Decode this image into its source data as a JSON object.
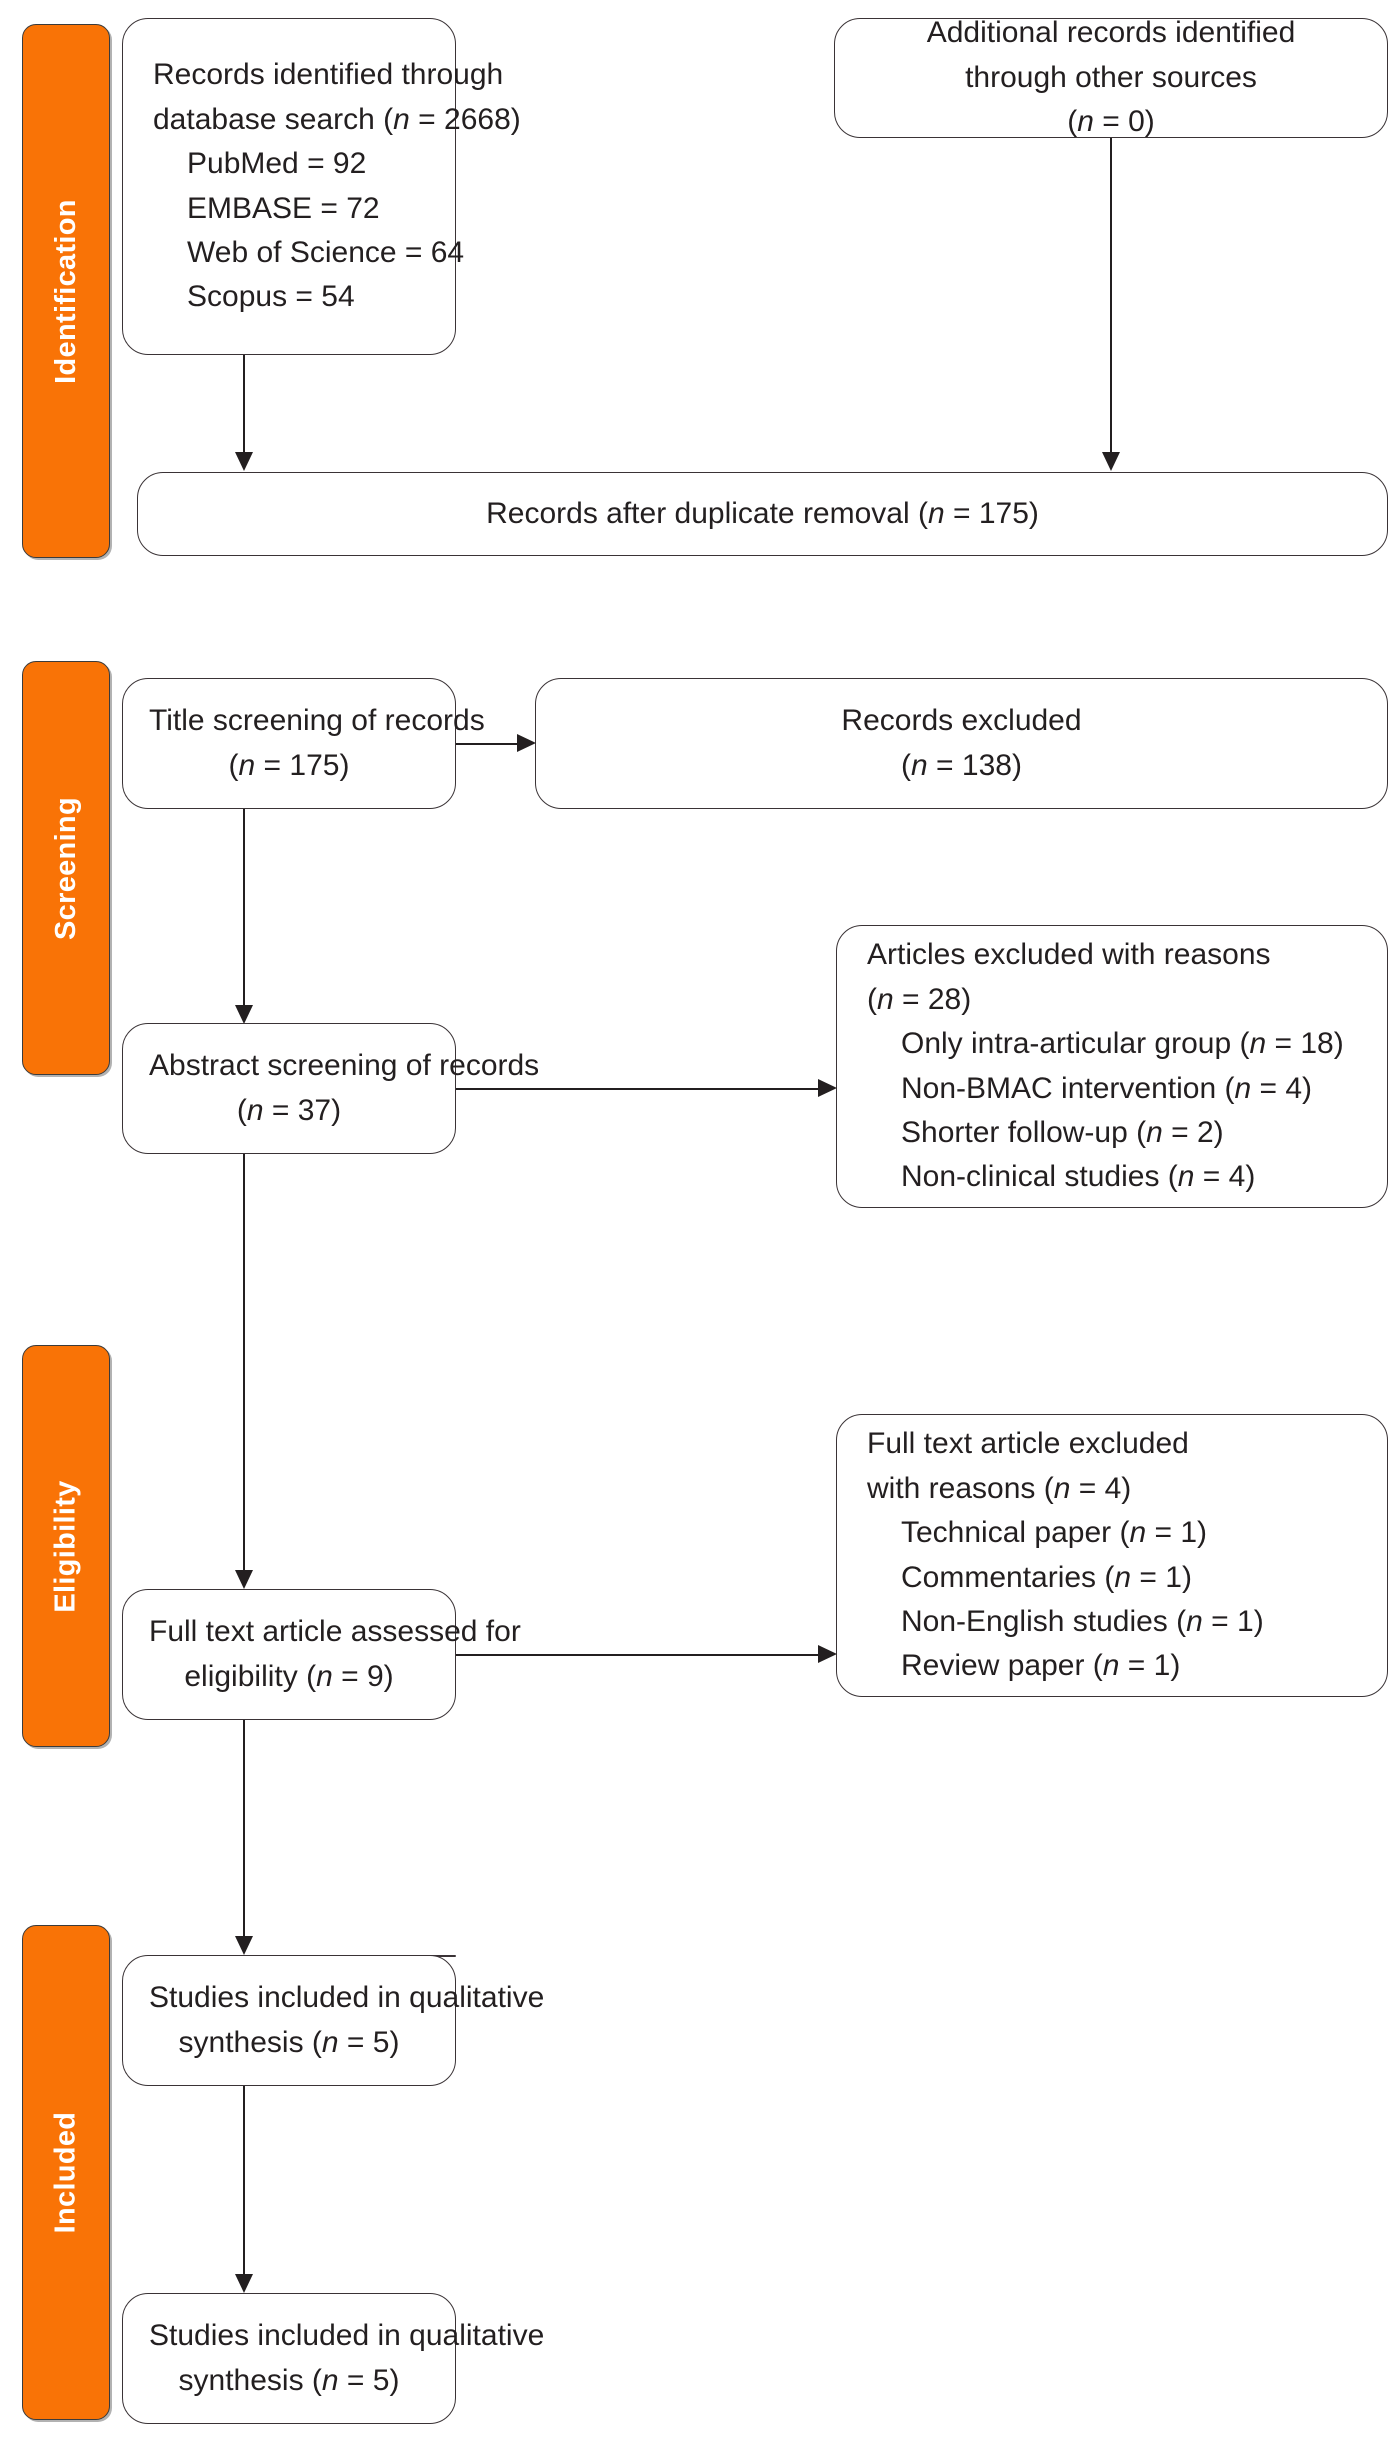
{
  "diagram": {
    "type": "prisma-flow-diagram",
    "stages": [
      {
        "id": "identification",
        "label": "Identification"
      },
      {
        "id": "screening",
        "label": "Screening"
      },
      {
        "id": "eligibility",
        "label": "Eligibility"
      },
      {
        "id": "included",
        "label": "Included"
      }
    ],
    "accent_color": "#F97306",
    "box_border_color": "#3a3336",
    "text_color": "#231f20",
    "nodes": {
      "records_identified": {
        "lines": [
          "Records identified through",
          "database search (n = 2668)",
          "PubMed = 92",
          "EMBASE = 72",
          "Web of Science = 64",
          "Scopus = 54"
        ],
        "count": 2668,
        "sources": [
          {
            "name": "PubMed",
            "count": 92
          },
          {
            "name": "EMBASE",
            "count": 72
          },
          {
            "name": "Web of Science",
            "count": 64
          },
          {
            "name": "Scopus",
            "count": 54
          }
        ]
      },
      "additional_records": {
        "lines": [
          "Additional records identified",
          "through other sources",
          "(n = 0)"
        ],
        "count": 0
      },
      "after_duplicates": {
        "lines": [
          "Records after duplicate removal (n = 175)"
        ],
        "count": 175
      },
      "title_screening": {
        "lines": [
          "Title screening of records",
          "(n = 175)"
        ],
        "count": 175
      },
      "records_excluded": {
        "lines": [
          "Records excluded",
          "(n = 138)"
        ],
        "count": 138
      },
      "abstract_screening": {
        "lines": [
          "Abstract screening of records",
          "(n = 37)"
        ],
        "count": 37
      },
      "articles_excluded_reasons": {
        "lines": [
          "Articles excluded with reasons",
          "(n = 28)",
          "Only intra-articular group (n = 18)",
          "Non-BMAC intervention (n = 4)",
          "Shorter follow-up (n = 2)",
          "Non-clinical studies (n = 4)"
        ],
        "count": 28,
        "reasons": [
          {
            "reason": "Only intra-articular group",
            "count": 18
          },
          {
            "reason": "Non-BMAC intervention",
            "count": 4
          },
          {
            "reason": "Shorter follow-up",
            "count": 2
          },
          {
            "reason": "Non-clinical studies",
            "count": 4
          }
        ]
      },
      "full_text_assessed": {
        "lines": [
          "Full text article assessed for",
          "eligibility (n = 9)"
        ],
        "count": 9
      },
      "full_text_excluded": {
        "lines": [
          "Full text article excluded",
          "with reasons (n = 4)",
          "Technical paper (n = 1)",
          "Commentaries (n = 1)",
          "Non-English studies (n = 1)",
          "Review paper (n = 1)"
        ],
        "count": 4,
        "reasons": [
          {
            "reason": "Technical paper",
            "count": 1
          },
          {
            "reason": "Commentaries",
            "count": 1
          },
          {
            "reason": "Non-English studies",
            "count": 1
          },
          {
            "reason": "Review paper",
            "count": 1
          }
        ]
      },
      "qualitative_synthesis": {
        "lines": [
          "Studies included in qualitative",
          "synthesis (n = 5)"
        ],
        "count": 5
      },
      "quantitative_synthesis": {
        "lines": [
          "Studies included in qualitative",
          "synthesis (n = 5)"
        ],
        "count": 5
      }
    }
  }
}
